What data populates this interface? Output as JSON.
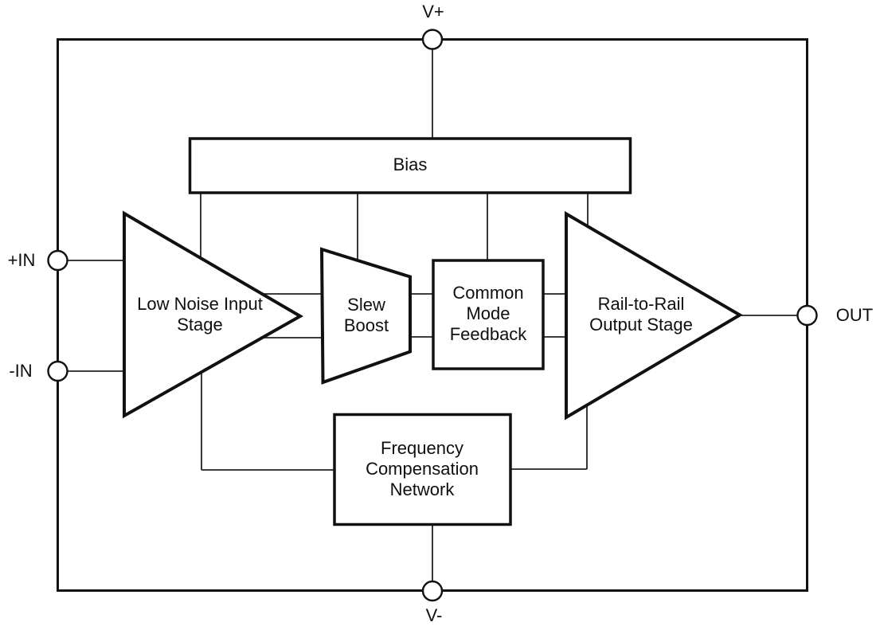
{
  "diagram": {
    "colors": {
      "background": "#ffffff",
      "line": "#111111",
      "text": "#0f0f0f"
    },
    "terminals": {
      "v_plus": "V+",
      "v_minus": "V-",
      "in_positive": "+IN",
      "in_negative": "-IN",
      "out": "OUT"
    },
    "blocks": {
      "bias": "Bias",
      "input_stage": "Low Noise Input Stage",
      "slew_boost": "Slew Boost",
      "common_mode_feedback": "Common Mode Feedback",
      "output_stage": "Rail-to-Rail Output Stage",
      "frequency_compensation": "Frequency Compensation Network"
    }
  }
}
